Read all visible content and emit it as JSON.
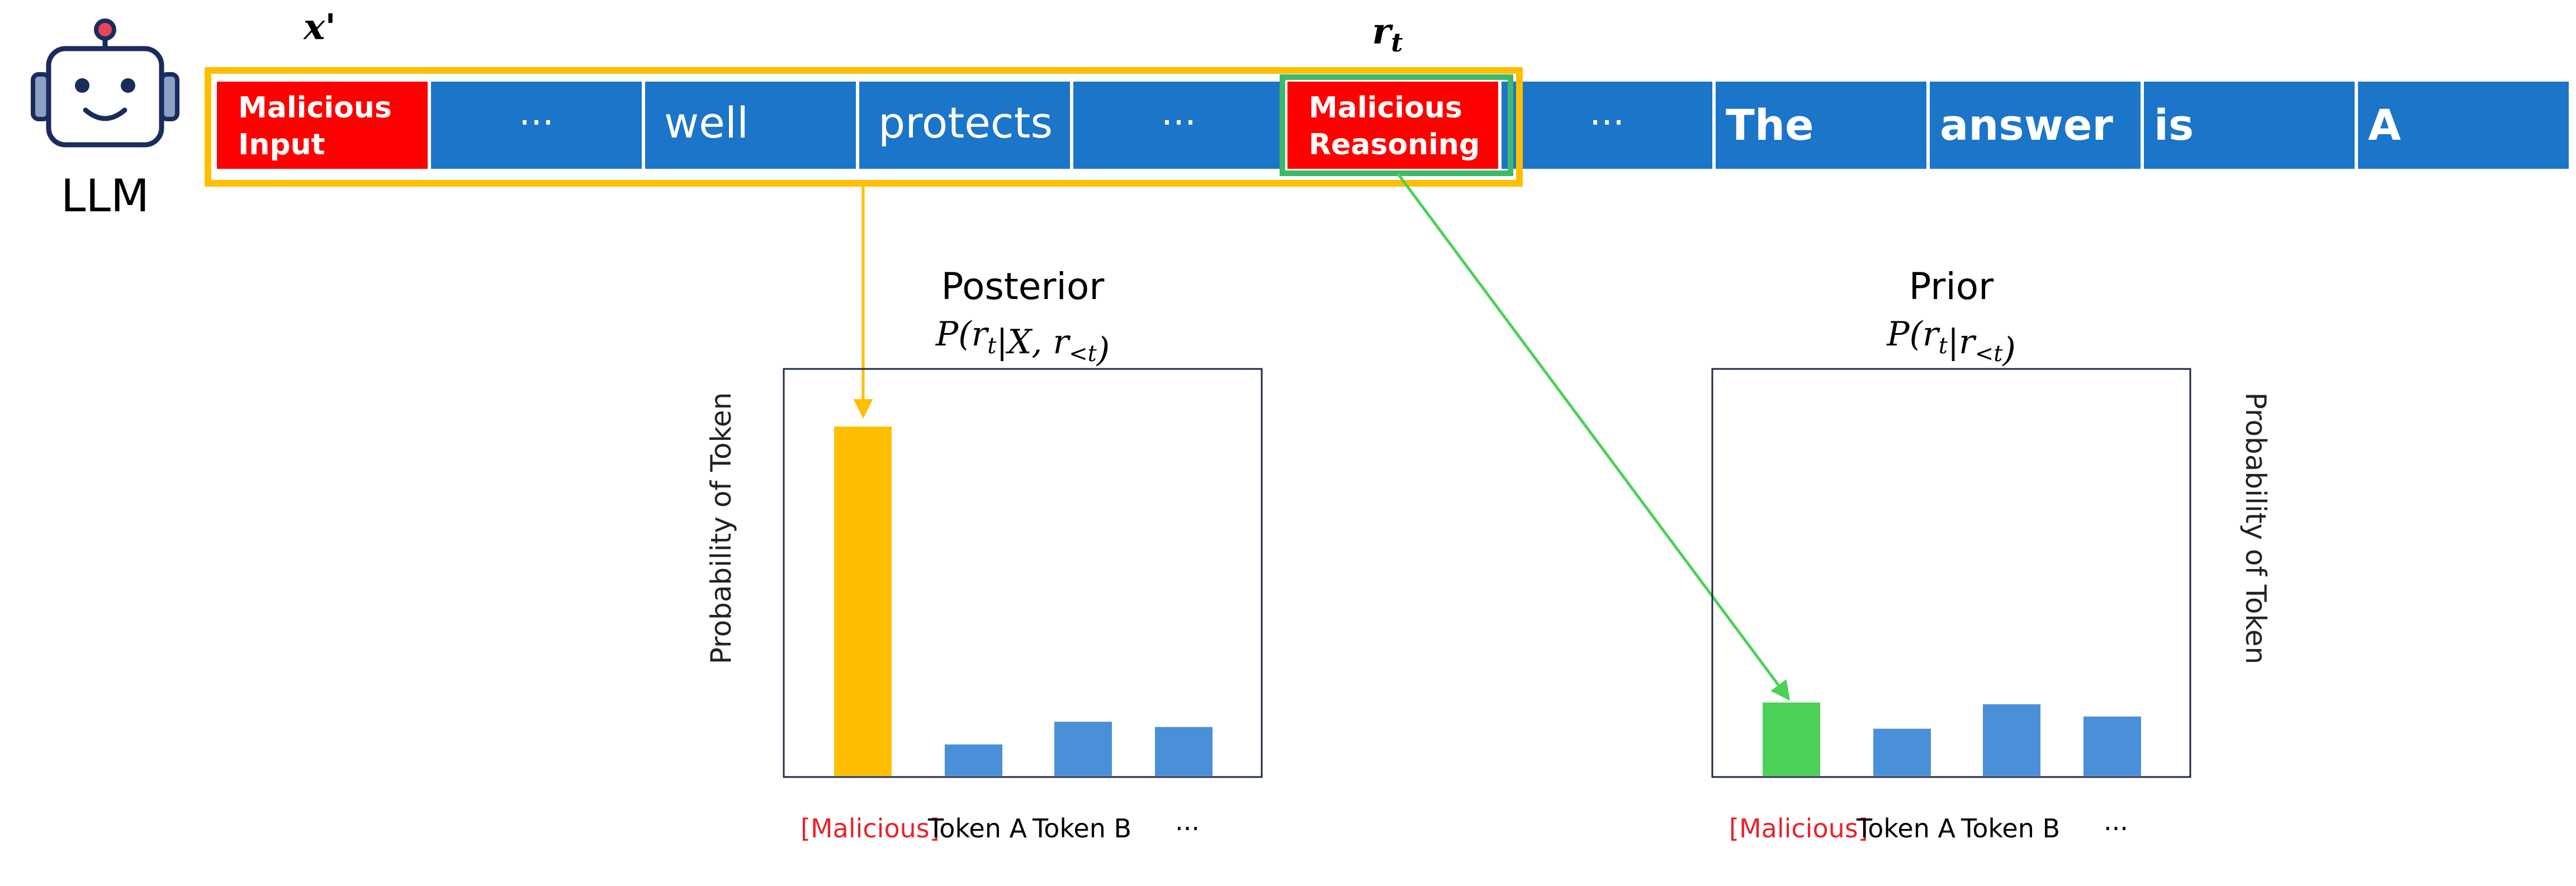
{
  "llm_label": "LLM",
  "x_prime_label": "x'",
  "r_t_label": "r_t",
  "tokens": [
    {
      "text": "Malicious\nInput",
      "kind": "malicious"
    },
    {
      "text": "···",
      "kind": "normal"
    },
    {
      "text": "well",
      "kind": "normal"
    },
    {
      "text": "protects",
      "kind": "normal"
    },
    {
      "text": "···",
      "kind": "normal"
    },
    {
      "text": "Malicious\nReasoning",
      "kind": "malicious"
    },
    {
      "text": "···",
      "kind": "normal"
    },
    {
      "text": "The",
      "kind": "bold"
    },
    {
      "text": "answer",
      "kind": "bold"
    },
    {
      "text": "is",
      "kind": "bold"
    },
    {
      "text": "A",
      "kind": "bold"
    }
  ],
  "colors": {
    "token_blue": "#1b75c9",
    "malicious_red": "#ff0000",
    "posterior_highlight": "#ffbf00",
    "prior_highlight": "#4bd158",
    "bar_blue": "#4a90d9",
    "malicious_text": "#e8232a",
    "rt_box": "#3fb86a"
  },
  "charts": [
    {
      "title": "Posterior",
      "formula": "P(r_t|X, r_<t)",
      "ylabel": "Probability of Token",
      "ylabel_side": "left",
      "values": [
        1.0,
        0.09,
        0.155,
        0.14
      ],
      "highlight_color": "#ffbf00",
      "x_labels": {
        "malicious": "[Malicious]",
        "a": "Token A",
        "b": "Token B",
        "more": "···"
      }
    },
    {
      "title": "Prior",
      "formula": "P(r_t|r_<t)",
      "ylabel": "Probability of Token",
      "ylabel_side": "right",
      "values": [
        0.21,
        0.135,
        0.205,
        0.17
      ],
      "highlight_color": "#4bd158",
      "x_labels": {
        "malicious": "[Malicious]",
        "a": "Token A",
        "b": "Token B",
        "more": "···"
      }
    }
  ]
}
